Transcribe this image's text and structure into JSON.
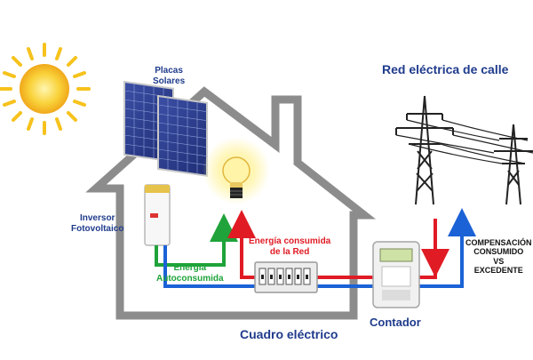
{
  "labels": {
    "panels": [
      "Placas",
      "Solares"
    ],
    "inverter": [
      "Inversor",
      "Fotovoltaico"
    ],
    "autoconsumo": [
      "Energía",
      "Autoconsumida"
    ],
    "consumo_red": [
      "Energía consumida",
      "de la Red"
    ],
    "grid": "Red eléctrica de calle",
    "compensacion": [
      "COMPENSACIÓN",
      "CONSUMIDO",
      "VS",
      "EXCEDENTE"
    ],
    "contador": "Contador",
    "cuadro": "Cuadro eléctrico"
  },
  "colors": {
    "house": "#8c8c8c",
    "autoconsumo": "#1fa33a",
    "red_consumo": "#e01b24",
    "export": "#1b62d6",
    "title_text": "#1f3b8c",
    "sun": "#f6c21c"
  }
}
